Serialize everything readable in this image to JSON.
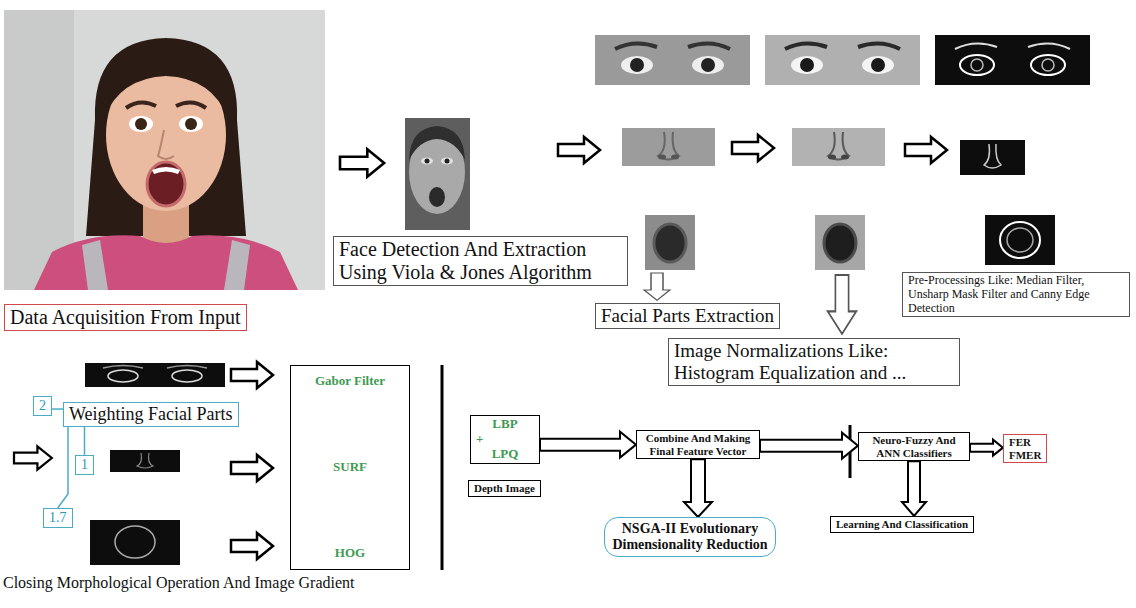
{
  "diagram": {
    "nodes": [
      {
        "text": [
          "Data Acquisition From Input"
        ]
      },
      {
        "text": [
          "Face Detection And Extraction Using Viola & Jones Algorithm"
        ]
      },
      {
        "text": [
          "Facial Parts Extraction"
        ]
      },
      {
        "text": [
          "Pre-Processings Like: Median Filter, Unsharp Mask Filter and Canny Edge Detection"
        ]
      },
      {
        "text": [
          "Image Normalizations Like: Histogram Equalization and ..."
        ]
      },
      {
        "text": [
          "2"
        ]
      },
      {
        "text": [
          "Weighting Facial Parts"
        ]
      },
      {
        "text": [
          "1"
        ]
      },
      {
        "text": [
          "1.7"
        ]
      },
      {
        "text": [
          "Gabor Filter",
          "SURF",
          "HOG"
        ]
      },
      {
        "text": [
          "LBP",
          "+",
          "LPQ"
        ]
      },
      {
        "text": [
          "Depth Image"
        ]
      },
      {
        "text": [
          "Combine And Making Final Feature Vector"
        ]
      },
      {
        "text": [
          "NSGA-II Evolutionary Dimensionality Reduction"
        ]
      },
      {
        "text": [
          "Neuro-Fuzzy And ANN Classifiers"
        ]
      },
      {
        "text": [
          "FER",
          "FMER"
        ]
      },
      {
        "text": [
          "Learning And Classification"
        ]
      }
    ],
    "edges": [
      {
        "from": 6,
        "to": 5,
        "arrow": "none"
      },
      {
        "from": 6,
        "to": 7,
        "arrow": "none"
      },
      {
        "from": 6,
        "to": 8,
        "arrow": "none"
      },
      {
        "from": 10,
        "to": 12,
        "arrow": "to"
      },
      {
        "from": 12,
        "to": 13,
        "arrow": "to"
      },
      {
        "from": 12,
        "to": 14,
        "arrow": "to"
      },
      {
        "from": 14,
        "to": 15,
        "arrow": "to"
      },
      {
        "from": 14,
        "to": 16,
        "arrow": "to"
      }
    ],
    "labels": [
      "Closing Morphological Operation And Image Gradient"
    ]
  }
}
